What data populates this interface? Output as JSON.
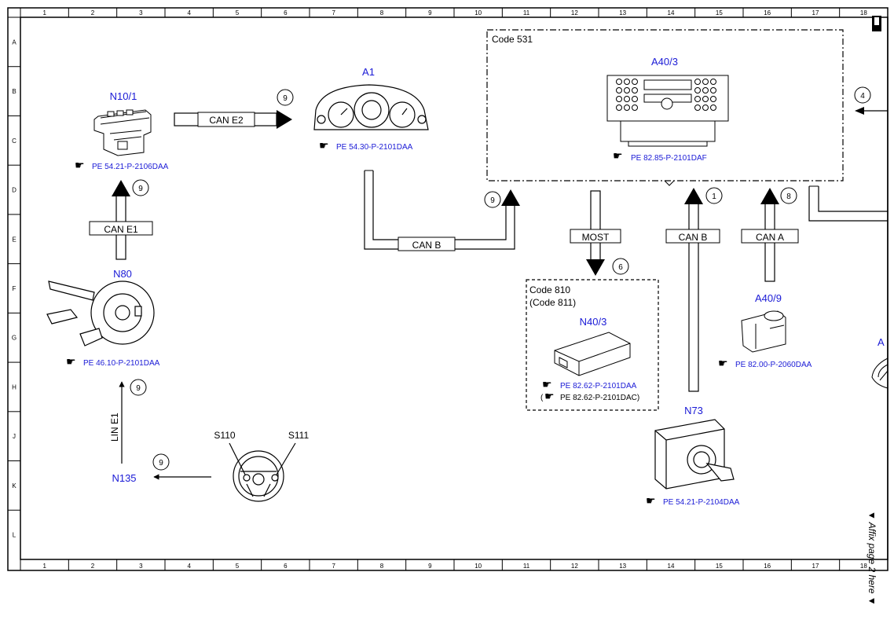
{
  "grid": {
    "columns": [
      "1",
      "2",
      "3",
      "4",
      "5",
      "6",
      "7",
      "8",
      "9",
      "10",
      "11",
      "12",
      "13",
      "14",
      "15",
      "16",
      "17",
      "18"
    ],
    "rows": [
      "A",
      "B",
      "C",
      "D",
      "E",
      "F",
      "G",
      "H",
      "J",
      "K",
      "L"
    ]
  },
  "components": {
    "n10_1": {
      "name": "N10/1",
      "ref": "PE 54.21-P-2106DAA"
    },
    "a1": {
      "name": "A1",
      "ref": "PE 54.30-P-2101DAA"
    },
    "a40_3": {
      "name": "A40/3",
      "ref": "PE 82.85-P-2101DAF"
    },
    "n80": {
      "name": "N80",
      "ref": "PE 46.10-P-2101DAA"
    },
    "n40_3": {
      "name": "N40/3",
      "ref": "PE 82.62-P-2101DAA",
      "ref2": "PE 82.62-P-2101DAC)",
      "ref2_prefix": "("
    },
    "a40_9": {
      "name": "A40/9",
      "ref": "PE 82.00-P-2060DAA"
    },
    "n73": {
      "name": "N73",
      "ref": "PE 54.21-P-2104DAA"
    },
    "n135": {
      "name": "N135"
    },
    "s110": {
      "name": "S110"
    },
    "s111": {
      "name": "S111"
    },
    "a_cut": {
      "name": "A"
    }
  },
  "boxes": {
    "code531": {
      "label": "Code 531"
    },
    "code810": {
      "label": "Code 810",
      "label2": "(Code 811)"
    }
  },
  "buses": {
    "can_e2": "CAN E2",
    "can_e1": "CAN E1",
    "can_b_a1": "CAN B",
    "most": "MOST",
    "can_b_n73": "CAN B",
    "can_a": "CAN A",
    "lin_e1": "LIN E1"
  },
  "markers": {
    "m_can_e2": "9",
    "m_can_e1": "9",
    "m_can_b": "9",
    "m_lin": "9",
    "m_n135": "9",
    "m_most": "6",
    "m_n73": "1",
    "m_a40_9": "8",
    "m_right": "4"
  },
  "side_note": "▼ Affix page 2 here ▼"
}
